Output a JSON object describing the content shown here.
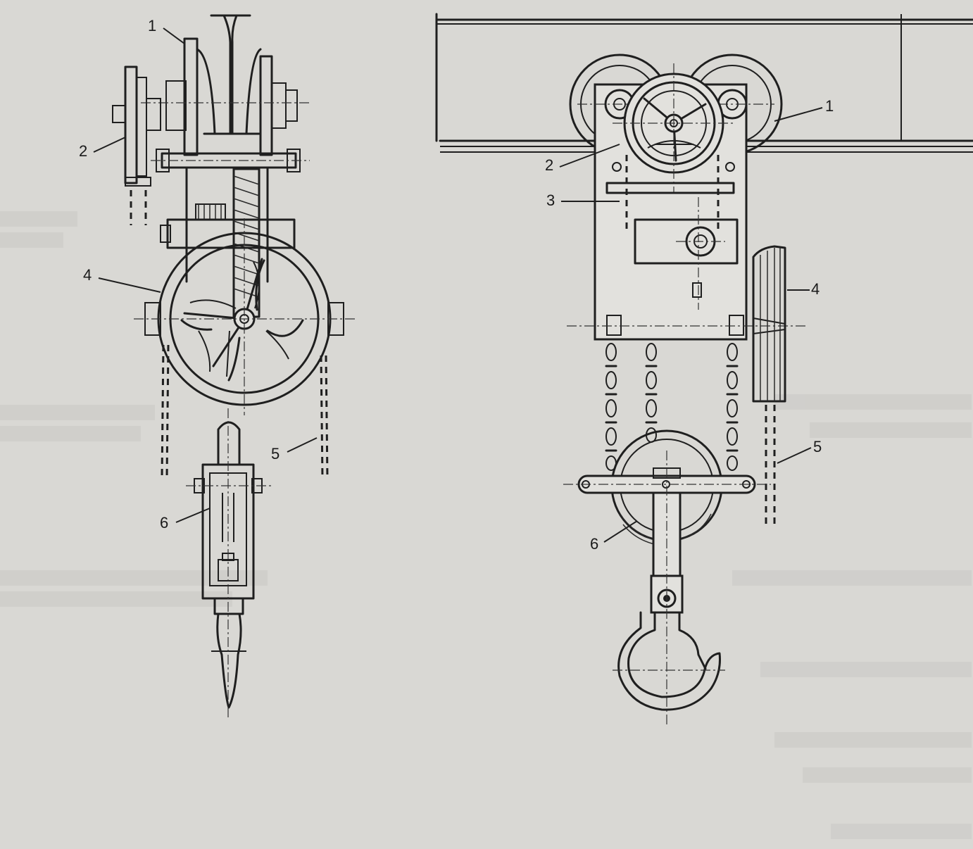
{
  "left_view": {
    "labels": [
      "1",
      "2",
      "4",
      "5",
      "6"
    ]
  },
  "right_view": {
    "labels": [
      "1",
      "2",
      "3",
      "4",
      "5",
      "6"
    ]
  },
  "colors": {
    "paper": "#d9d8d4",
    "ink": "#1f1f1f",
    "bleed_text": "#bdbcb8"
  }
}
